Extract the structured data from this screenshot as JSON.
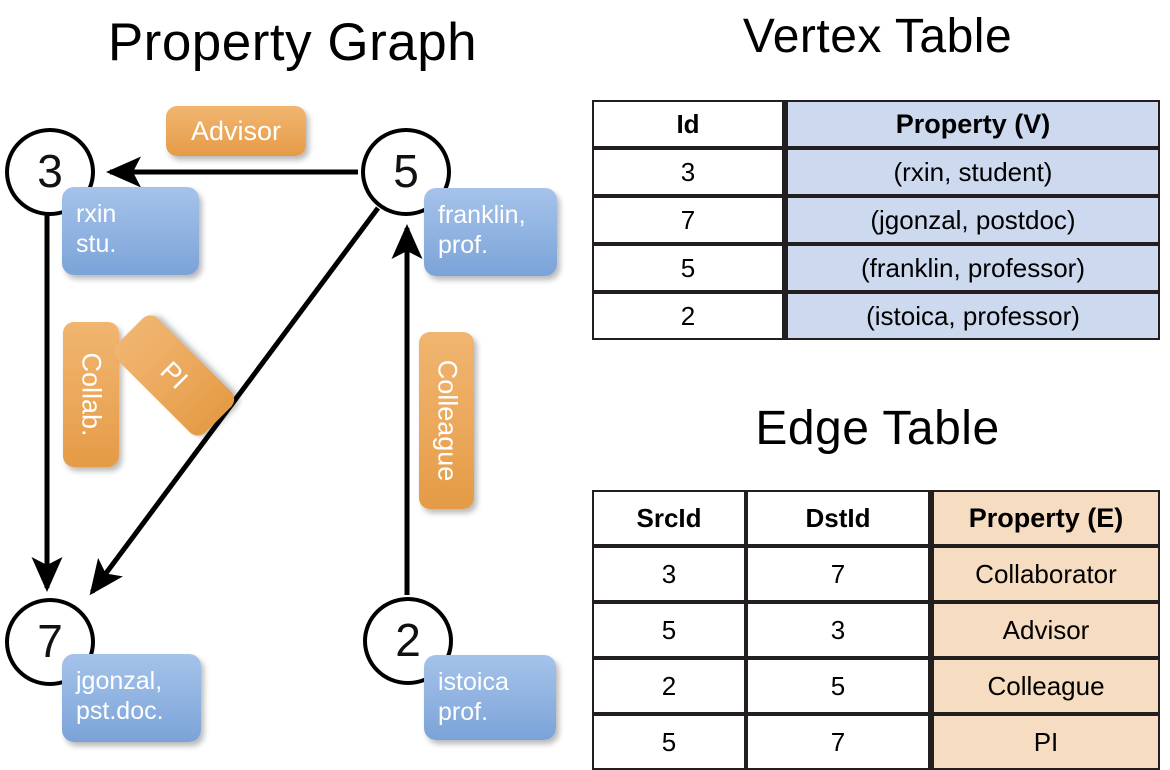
{
  "graph": {
    "title": "Property Graph",
    "nodes": [
      {
        "id": "3",
        "property": "rxin\nstu."
      },
      {
        "id": "5",
        "property": "franklin,\nprof."
      },
      {
        "id": "7",
        "property": "jgonzal,\npst.doc."
      },
      {
        "id": "2",
        "property": "istoica\nprof."
      }
    ],
    "node_labels": {
      "n3": "3",
      "n5": "5",
      "n7": "7",
      "n2": "2"
    },
    "property_labels": {
      "rxin_line1": "rxin",
      "rxin_line2": "stu.",
      "franklin_line1": "franklin,",
      "franklin_line2": "prof.",
      "jgonzal_line1": "jgonzal,",
      "jgonzal_line2": "pst.doc.",
      "istoica_line1": "istoica",
      "istoica_line2": "prof."
    },
    "edge_labels": {
      "advisor": "Advisor",
      "collab": "Collab.",
      "pi": "PI",
      "colleague": "Colleague"
    },
    "edges": [
      {
        "from": "5",
        "to": "3",
        "label": "Advisor"
      },
      {
        "from": "3",
        "to": "7",
        "label": "Collab."
      },
      {
        "from": "5",
        "to": "7",
        "label": "PI"
      },
      {
        "from": "2",
        "to": "5",
        "label": "Colleague"
      }
    ]
  },
  "vertex_table": {
    "title": "Vertex Table",
    "headers": [
      "Id",
      "Property (V)"
    ],
    "rows": [
      {
        "id": "3",
        "property": "(rxin, student)"
      },
      {
        "id": "7",
        "property": "(jgonzal, postdoc)"
      },
      {
        "id": "5",
        "property": "(franklin, professor)"
      },
      {
        "id": "2",
        "property": "(istoica, professor)"
      }
    ]
  },
  "edge_table": {
    "title": "Edge Table",
    "headers": [
      "SrcId",
      "DstId",
      "Property (E)"
    ],
    "rows": [
      {
        "src": "3",
        "dst": "7",
        "property": "Collaborator"
      },
      {
        "src": "5",
        "dst": "3",
        "property": "Advisor"
      },
      {
        "src": "2",
        "dst": "5",
        "property": "Colleague"
      },
      {
        "src": "5",
        "dst": "7",
        "property": "PI"
      }
    ]
  },
  "colors": {
    "vertex_property_fill": "#ccd9ee",
    "edge_property_fill": "#f6dcc1",
    "node_box_blue": "#93b5e2",
    "edge_label_orange": "#eca95d",
    "stroke": "#000000"
  }
}
